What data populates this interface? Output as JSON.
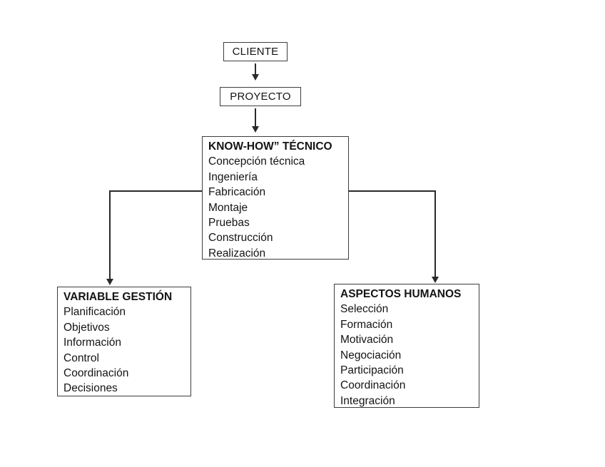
{
  "diagram": {
    "colors": {
      "background": "#ffffff",
      "box_border": "#3d3d3d",
      "line": "#2a2a2a",
      "text": "#141414"
    },
    "nodes": {
      "cliente": {
        "label": "CLIENTE"
      },
      "proyecto": {
        "label": "PROYECTO"
      },
      "know_how": {
        "title": "KNOW-HOW” TÉCNICO",
        "items": [
          "Concepción técnica",
          "Ingeniería",
          "Fabricación",
          "Montaje",
          "Pruebas",
          "Construcción",
          "Realización"
        ]
      },
      "variable_gestion": {
        "title": "VARIABLE GESTIÓN",
        "items": [
          "Planificación",
          "Objetivos",
          "Información",
          "Control",
          "Coordinación",
          "Decisiones"
        ]
      },
      "aspectos_humanos": {
        "title": "ASPECTOS HUMANOS",
        "items": [
          "Selección",
          "Formación",
          "Motivación",
          "Negociación",
          "Participación",
          "Coordinación",
          "Integración"
        ]
      }
    }
  }
}
